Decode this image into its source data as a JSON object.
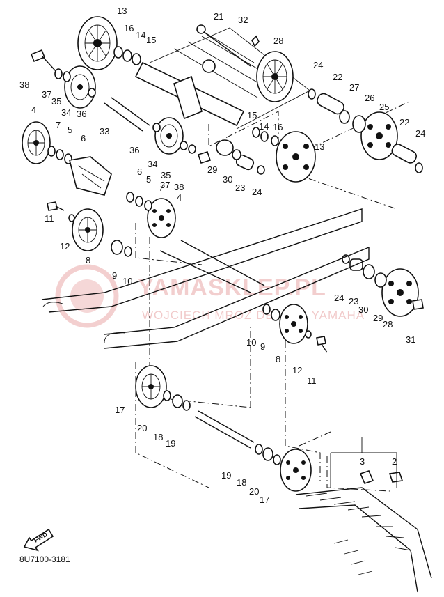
{
  "diagram": {
    "part_code": "8U7100-3181",
    "forward_marker": "FWD",
    "watermark": {
      "brand": "YAMASKLEP.PL",
      "subtitle": "WOJCIECH MROZ DEALER YAMAHA"
    },
    "callouts": [
      {
        "id": "c13a",
        "text": "13"
      },
      {
        "id": "c16a",
        "text": "16"
      },
      {
        "id": "c14a",
        "text": "14"
      },
      {
        "id": "c15a",
        "text": "15"
      },
      {
        "id": "c21",
        "text": "21"
      },
      {
        "id": "c32",
        "text": "32"
      },
      {
        "id": "c28a",
        "text": "28"
      },
      {
        "id": "c38a",
        "text": "38"
      },
      {
        "id": "c37a",
        "text": "37"
      },
      {
        "id": "c35a",
        "text": "35"
      },
      {
        "id": "c34a",
        "text": "34"
      },
      {
        "id": "c36a",
        "text": "36"
      },
      {
        "id": "c24a",
        "text": "24"
      },
      {
        "id": "c22a",
        "text": "22"
      },
      {
        "id": "c27",
        "text": "27"
      },
      {
        "id": "c26",
        "text": "26"
      },
      {
        "id": "c25",
        "text": "25"
      },
      {
        "id": "c4a",
        "text": "4"
      },
      {
        "id": "c7a",
        "text": "7"
      },
      {
        "id": "c5a",
        "text": "5"
      },
      {
        "id": "c6a",
        "text": "6"
      },
      {
        "id": "c33",
        "text": "33"
      },
      {
        "id": "c36b",
        "text": "36"
      },
      {
        "id": "c15b",
        "text": "15"
      },
      {
        "id": "c14b",
        "text": "14"
      },
      {
        "id": "c16b",
        "text": "16"
      },
      {
        "id": "c13b",
        "text": "13"
      },
      {
        "id": "c22b",
        "text": "22"
      },
      {
        "id": "c24b",
        "text": "24"
      },
      {
        "id": "c34b",
        "text": "34"
      },
      {
        "id": "c35b",
        "text": "35"
      },
      {
        "id": "c37b",
        "text": "37"
      },
      {
        "id": "c38b",
        "text": "38"
      },
      {
        "id": "c29a",
        "text": "29"
      },
      {
        "id": "c30a",
        "text": "30"
      },
      {
        "id": "c23a",
        "text": "23"
      },
      {
        "id": "c24c",
        "text": "24"
      },
      {
        "id": "c6b",
        "text": "6"
      },
      {
        "id": "c5b",
        "text": "5"
      },
      {
        "id": "c7b",
        "text": "7"
      },
      {
        "id": "c4b",
        "text": "4"
      },
      {
        "id": "c11a",
        "text": "11"
      },
      {
        "id": "c12a",
        "text": "12"
      },
      {
        "id": "c8a",
        "text": "8"
      },
      {
        "id": "c9a",
        "text": "9"
      },
      {
        "id": "c10a",
        "text": "10"
      },
      {
        "id": "c24d",
        "text": "24"
      },
      {
        "id": "c23b",
        "text": "23"
      },
      {
        "id": "c30b",
        "text": "30"
      },
      {
        "id": "c29b",
        "text": "29"
      },
      {
        "id": "c28b",
        "text": "28"
      },
      {
        "id": "c31",
        "text": "31"
      },
      {
        "id": "c10b",
        "text": "10"
      },
      {
        "id": "c9b",
        "text": "9"
      },
      {
        "id": "c8b",
        "text": "8"
      },
      {
        "id": "c12b",
        "text": "12"
      },
      {
        "id": "c11b",
        "text": "11"
      },
      {
        "id": "c17a",
        "text": "17"
      },
      {
        "id": "c20a",
        "text": "20"
      },
      {
        "id": "c18a",
        "text": "18"
      },
      {
        "id": "c19a",
        "text": "19"
      },
      {
        "id": "c3",
        "text": "3"
      },
      {
        "id": "c2",
        "text": "2"
      },
      {
        "id": "c19b",
        "text": "19"
      },
      {
        "id": "c18b",
        "text": "18"
      },
      {
        "id": "c20b",
        "text": "20"
      },
      {
        "id": "c17b",
        "text": "17"
      }
    ]
  }
}
